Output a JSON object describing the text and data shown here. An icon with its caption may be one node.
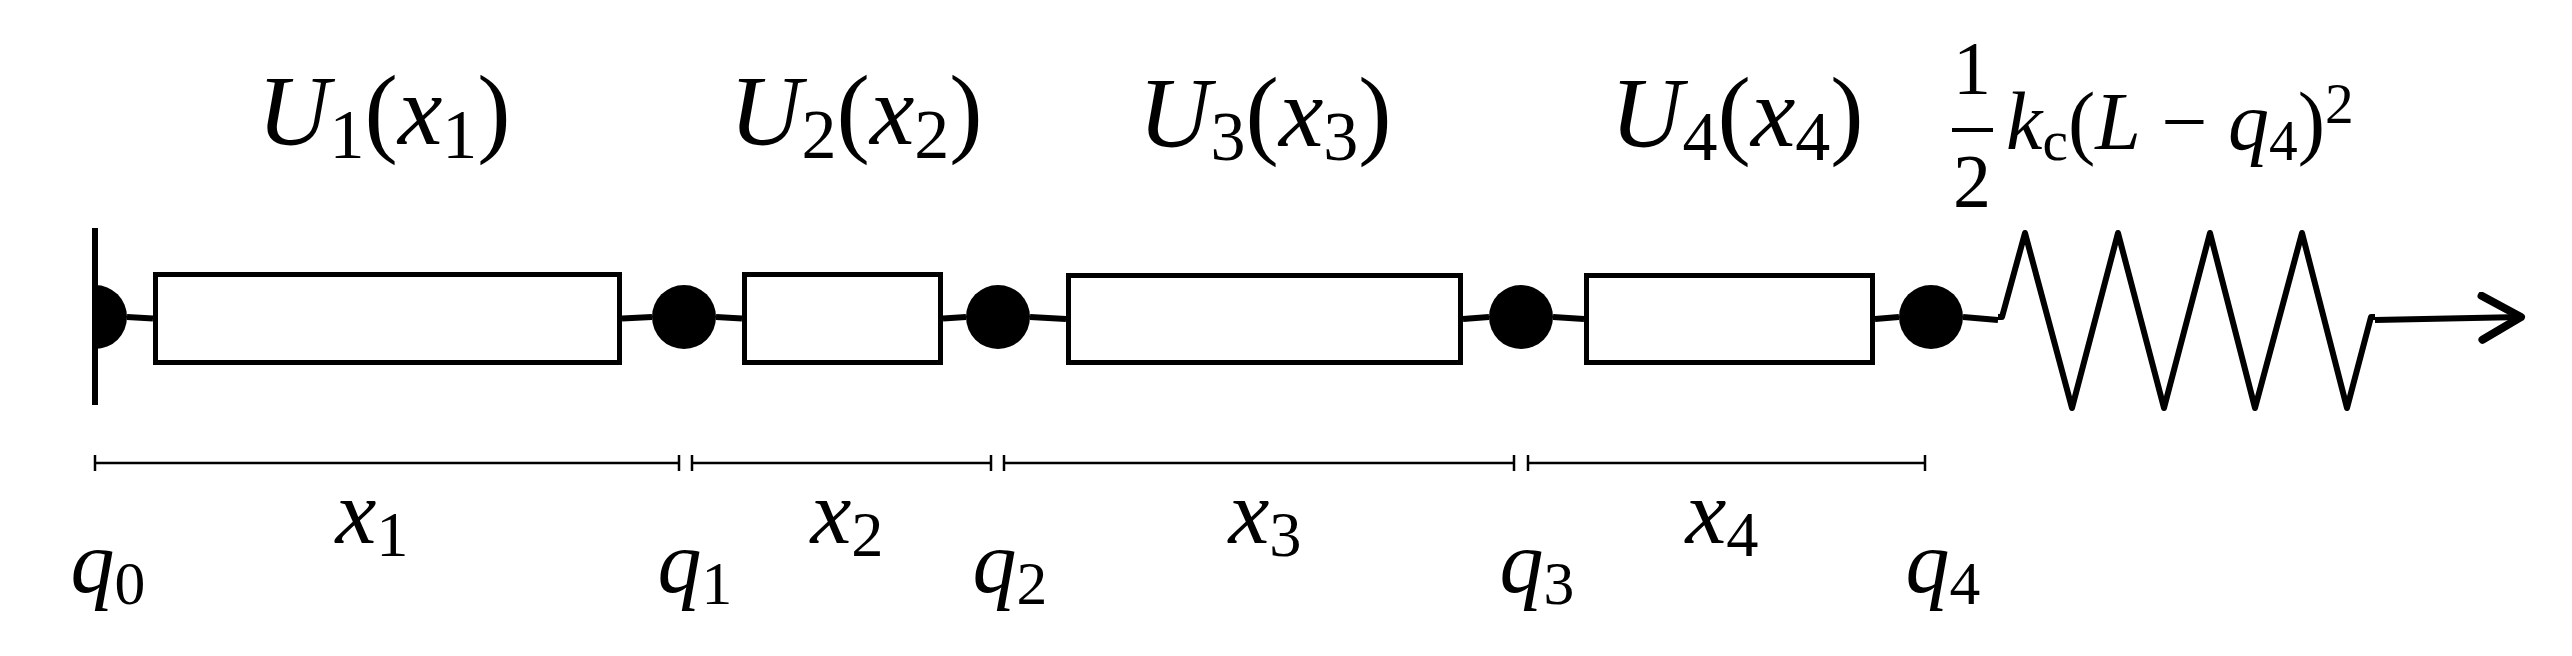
{
  "diagram": {
    "nodes": [
      {
        "text": [],
        "shape": "circle",
        "beside": [
          "*q*$_{0}$"
        ]
      },
      {
        "text": [
          "*U*$_{1}$(*x*$_{1}$)"
        ]
      },
      {
        "text": [],
        "shape": "circle",
        "beside": [
          "*q*$_{1}$"
        ]
      },
      {
        "text": [
          "*U*$_{2}$(*x*$_{2}$)"
        ]
      },
      {
        "text": [],
        "shape": "circle",
        "beside": [
          "*q*$_{2}$"
        ]
      },
      {
        "text": [
          "*U*$_{3}$(*x*$_{3}$)"
        ]
      },
      {
        "text": [],
        "shape": "circle",
        "beside": [
          "*q*$_{3}$"
        ]
      },
      {
        "text": [
          "*U*$_{4}$(*x*$_{4}$)"
        ]
      },
      {
        "text": [],
        "shape": "circle",
        "beside": [
          "*q*$_{4}$"
        ]
      },
      {
        "text": [
          "1",
          "2",
          "*k*$_{c}$(*L* − *q*$_{4}$)$^{2}$"
        ]
      }
    ],
    "edges": [
      {
        "from": 0,
        "to": 1,
        "arrow": "none"
      },
      {
        "from": 1,
        "to": 2,
        "arrow": "none"
      },
      {
        "from": 2,
        "to": 3,
        "arrow": "none"
      },
      {
        "from": 3,
        "to": 4,
        "arrow": "none"
      },
      {
        "from": 4,
        "to": 5,
        "arrow": "none"
      },
      {
        "from": 5,
        "to": 6,
        "arrow": "none"
      },
      {
        "from": 6,
        "to": 7,
        "arrow": "none"
      },
      {
        "from": 7,
        "to": 8,
        "arrow": "none"
      },
      {
        "from": 8,
        "to": 9,
        "arrow": "none"
      },
      {
        "from": 9,
        "to": null,
        "arrow": "to"
      }
    ],
    "labels": [
      "*x*$_{1}$",
      "*x*$_{2}$",
      "*x*$_{3}$",
      "*x*$_{4}$"
    ]
  }
}
